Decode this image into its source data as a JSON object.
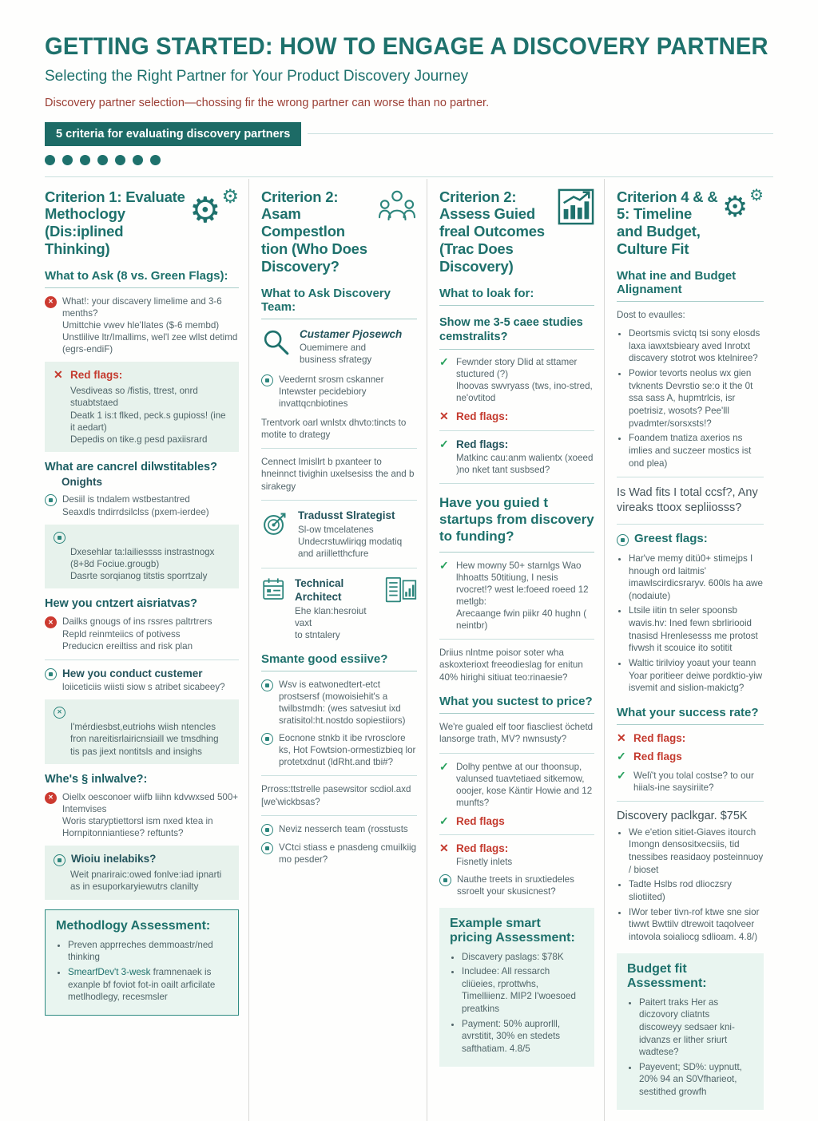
{
  "palette": {
    "teal": "#1e716c",
    "teal2": "#2c857c",
    "teal_dark": "#1d6b66",
    "red": "#c43a2e",
    "green": "#27a05c",
    "mint": "#e7f2ec"
  },
  "header": {
    "title": "GETTING STARTED: HOW TO ENGAGE A DISCOVERY PARTNER",
    "subtitle": "Selecting the Right Partner for Your Product Discovery Journey",
    "tagline": "Discovery partner selection—chossing fir the wrong partner can worse than no partner.",
    "badge": "5 criteria for evaluating discovery partners",
    "dots_count": 7
  },
  "columns": [
    {
      "id": "criterion-1",
      "title": "Criterion 1: Evaluate Methoclogy (Dis:iplined Thinking)",
      "icon": "gears",
      "blocks": [
        {
          "type": "section",
          "text": "What to Ask (8 vs. Green Flags):"
        },
        {
          "type": "item",
          "icon": "alert",
          "lines": [
            "What!: your discavery limelime and 3-6 menths?",
            "Umittchie vwev hle'Ilates ($-6 membd)",
            "Unstlilive ltr/Imallims, wel'l zee wllst detimd (egrs-endiF)"
          ]
        },
        {
          "type": "box",
          "icon": "x",
          "title": "Red flags:",
          "title_color": "red",
          "lines": [
            "Vesdiveas so /fistis, ttrest, onrd stuabtstaed",
            "Deatk 1 is:t flked, peck.s gupioss! (ine it aedart)",
            "Depedis on tike.g pesd paxiisrard"
          ]
        },
        {
          "type": "heading",
          "text": "What are cancrel dilwstitables?"
        },
        {
          "type": "subtitle",
          "text": "Onights"
        },
        {
          "type": "item",
          "icon": "teal-circle",
          "lines": [
            "Desiil is tndalem wstbestantred",
            "Seaxdls tndirrdsilclss (pxem-ierdee)"
          ]
        },
        {
          "type": "box",
          "icon": "teal-circle",
          "lines": [
            "Dxesehlar ta:lailiessss instrastnogx (8+8d Fociue.grougb)",
            "Dasrte sorqianog titstis sporrtzaly"
          ]
        },
        {
          "type": "heading",
          "text": "Hew you cntzert aisriatvas?"
        },
        {
          "type": "item",
          "icon": "alert",
          "lines": [
            "Dailks gnougs of ins rssres paltrtrers",
            "Repld reinmteiics of potivess",
            "Preducicn ereiltiss and risk plan"
          ]
        },
        {
          "type": "divider"
        },
        {
          "type": "item",
          "icon": "teal-circle",
          "title": "Hew you conduct custemer",
          "lines": [
            "loiiceticiis wiisti siow s atribet sicabeey?"
          ]
        },
        {
          "type": "box",
          "icon": "teal-x",
          "lines": [
            "I'mérdiesbst,eutriohs wiish ntencles fron nareitisrlairicnsiaill we tmsdhing tis pas jiext nontitsls and insighs"
          ]
        },
        {
          "type": "heading",
          "text": "Whe's § inlwalve?:"
        },
        {
          "type": "item",
          "icon": "alert",
          "lines": [
            "Oiellx oesconoer wiifb liihn kdvwxsed 500+ Intemvises",
            "Woris staryptiettorsl ism nxed ktea in Hornpitonniantiese? reftunts?"
          ]
        },
        {
          "type": "box",
          "icon": "teal-circle",
          "title": "Wioiu inelabiks?",
          "lines": [
            "Weit pnariraic:owed fonlve:iad ipnarti as in esuporkaryiewutrs clanilty"
          ]
        },
        {
          "type": "assess",
          "bordered": true,
          "title": "Methodlogy Assessment:",
          "bullets": [
            {
              "text": "Preven apprreches demmoastr/ned thinking"
            },
            {
              "accent": "SmearfDev't 3-wesk",
              "text": " framnenaek is exanple bf foviot fot-in oailt arficilate metlhodlegy, recesmsler"
            }
          ]
        }
      ]
    },
    {
      "id": "criterion-2-team",
      "title": "Criterion 2: Asam Compestlon tion (Who Does Discovery?",
      "icon": "people",
      "blocks": [
        {
          "type": "section",
          "text": "What to Ask Discovery Team:"
        },
        {
          "type": "feature",
          "icon": "magnifier",
          "title": "Custamer Pjosewch",
          "italic": true,
          "lines": [
            "Ouemimere and",
            "business sfrategy"
          ]
        },
        {
          "type": "item",
          "icon": "teal-circle",
          "lines": [
            "Veedernt srosm cskanner Intewster pecidebiory invattqcnbiotines"
          ]
        },
        {
          "type": "txt",
          "text": "Trentvork oarl wnlstx dhvto:tincts to motite to drategy"
        },
        {
          "type": "divider"
        },
        {
          "type": "txt",
          "text": "Cennect Imisllrt b pxanteer to hneinnct tivighin uxelsesiss the and b sirakegy"
        },
        {
          "type": "divider"
        },
        {
          "type": "feature",
          "icon": "target",
          "title": "Tradusst Slrategist",
          "lines": [
            "Sl-ow tmcelatenes",
            "Undecrstuwliriqg modatiq",
            "and ariilletthcfure"
          ]
        },
        {
          "type": "divider"
        },
        {
          "type": "feature",
          "icon": "clipboard",
          "right_icon": "doc-chart",
          "title": "Technical Architect",
          "lines": [
            "Ehe klan:hesroiut vaxt",
            "to stntalery"
          ]
        },
        {
          "type": "section",
          "text": "Smante good essiive?"
        },
        {
          "type": "item",
          "icon": "teal-circle",
          "lines": [
            "Wsv is eatwonedtert-etct prostsersf (mowoisiehit's a twilbstmdh: (wes satvesiut ixd sratisitol:ht.nostdo sopiestiiors)"
          ]
        },
        {
          "type": "item",
          "icon": "teal-circle",
          "lines": [
            "Eocnone stnkb it ibe rvrosclore ks, Hot Fowtsion-ormestizbieq lor protetxdnut (ldRht.and tbi#?"
          ]
        },
        {
          "type": "divider"
        },
        {
          "type": "txt",
          "text": "Prross:ttstrelle pasewsitor scdiol.axd [we'wickbsas?"
        },
        {
          "type": "divider"
        },
        {
          "type": "item",
          "icon": "teal-circle",
          "lines": [
            "Neviz nesserch team (rosstusts"
          ]
        },
        {
          "type": "item",
          "icon": "teal-circle",
          "lines": [
            "VCtci stiass e pnasdeng cmuilkiig mo pesder?"
          ]
        }
      ]
    },
    {
      "id": "criterion-3-outcomes",
      "title": "Criterion 2: Assess Guied freal Outcomes (Trac Does Discovery)",
      "icon": "chart",
      "blocks": [
        {
          "type": "section",
          "text": "What to loak for:"
        },
        {
          "type": "hu",
          "text": "Show me 3-5 caee studies cemstralits?"
        },
        {
          "type": "item",
          "icon": "check",
          "lines": [
            "Fewnder story Dlid at sttamer stuctured (?)",
            "Ihoovas swvryass (tws, ino-stred, ne'ovtitod"
          ]
        },
        {
          "type": "flag",
          "icon": "x",
          "text": "Red flags:",
          "color": "red"
        },
        {
          "type": "divider"
        },
        {
          "type": "item",
          "icon": "check",
          "title": "Red flags:",
          "lines": [
            "Matkinc cau:anm walientx (xoeed )no nket tant susbsed?"
          ]
        },
        {
          "type": "divider"
        },
        {
          "type": "big-heading",
          "text": "Have you guied t startups from discovery to funding?"
        },
        {
          "type": "item",
          "icon": "check",
          "lines": [
            "Hew mowny 50+ starnlgs Wao lhhoatts 50titiung, I nesis rvocret!? west le:foeed roeed 12 metlgb:",
            "Arecaange fwin piikr 40 hughn ( neintbr)"
          ]
        },
        {
          "type": "divider"
        },
        {
          "type": "txt",
          "text": "Driius nlntme poisor soter wha askoxterioxt freeodieslag for enitun 40% hirighi sitiuat teo:rinaesie?"
        },
        {
          "type": "section",
          "text": "What you suctest to price?"
        },
        {
          "type": "txt",
          "text": "We're gualed elf toor fiascliest öchetd lansorge trath, MV? nwnsusty?"
        },
        {
          "type": "divider"
        },
        {
          "type": "item",
          "icon": "check",
          "lines": [
            "Dolhy pentwe at our thoonsup, valunsed tuavtetiaed sitkemow, ooojer, kose Käntir Howie and 12 munfts?"
          ]
        },
        {
          "type": "flag",
          "icon": "check",
          "text": "Red flags",
          "color": "red"
        },
        {
          "type": "divider"
        },
        {
          "type": "item",
          "icon": "x",
          "title": "Red flags:",
          "title_color": "red",
          "lines": [
            "Fisnetly inlets"
          ]
        },
        {
          "type": "item",
          "icon": "teal-circle",
          "lines": [
            "Nauthe treets in sruxtiedeles ssroelt your skusicnest?"
          ]
        },
        {
          "type": "assess",
          "bordered": false,
          "title": "Example smart pricing Assessment:",
          "bullets": [
            {
              "text": "Discavery paslags: $78K"
            },
            {
              "text": "Includee: All ressarch cliüeies, rprottwhs, Timelliienz. MIP2 I'woesoed preatkins"
            },
            {
              "text": "Payment: 50% auprorlll, avrstitit, 30% en stedets safthatiam. 4.8/5"
            }
          ]
        }
      ]
    },
    {
      "id": "criterion-4-5",
      "title": "Criterion 4 & & 5: Timeline and Budget, Culture Fit",
      "icon": "gears-small",
      "blocks": [
        {
          "type": "section",
          "text": "What ine and Budget Alignament"
        },
        {
          "type": "txt",
          "text": "Dost to evaulles:"
        },
        {
          "type": "bullets",
          "items": [
            "Deortsmis svictq tsi sony elosds laxa iawxtsbieary aved Inrotxt discavery stotrot wos ktelniree?",
            "Powior tevorts neolus wx gien tvknents Devrstio se:o it the 0t ssa sass A, hupmtrlcis, isr poetrisiz, wosots? Pee'lll pvadmter/sorsxsts!?",
            "Foandem tnatiza axerios ns imlies and suczeer mostics ist ond plea)"
          ]
        },
        {
          "type": "divider"
        },
        {
          "type": "question",
          "text": "Is Wad fits I total ccsf?, Any vireaks ttoox sepliiosss?"
        },
        {
          "type": "divider"
        },
        {
          "type": "flag",
          "icon": "teal-circle",
          "text": "Greest flags:",
          "color": "teal"
        },
        {
          "type": "bullets",
          "items": [
            "Har've memy ditü0+ stimejps I hnough ord laitmis' imawlscirdicsraryv. 600ls ha awe (nodaiute)",
            "Ltsile iitin tn seler spoonsb wavis.hv: Ined fewn sbrliriooid tnasisd Hrenlesesss me protost fivwsh it scouice ito sotitit",
            "Waltic tirilvioy yoaut your teann Yoar poritieer deiwe pordktio-yiw isvemit and sislion-makictg?"
          ]
        },
        {
          "type": "section",
          "text": "What your success rate?"
        },
        {
          "type": "flag",
          "icon": "x",
          "text": "Red flags:",
          "color": "red"
        },
        {
          "type": "flag",
          "icon": "check",
          "text": "Red flags",
          "color": "red"
        },
        {
          "type": "item",
          "icon": "check",
          "lines": [
            "Welï't you tolal costse? to our hiials-ine saysiriite?"
          ]
        },
        {
          "type": "divider"
        },
        {
          "type": "pkg",
          "title": "Discovery paclkgar. $75K",
          "bullets": [
            "We e'etion sitiet-Giaves itourch Imongn densositxecsiis, tid tnessibes reasidaoy posteinnuoy / bioset",
            "Tadte Hslbs rod dlioczsry sliotiited)",
            "IWor teber tivn-rof ktwe sne sior tiwwt Bwttilv dtrewoit taqolveer intovola soialiocg sdlioam. 4.8/)"
          ]
        },
        {
          "type": "assess",
          "bordered": false,
          "title": "Budget fit Assessment:",
          "bullets": [
            {
              "text": "Paitert traks Her as diczovory cliatnts discoweyy sedsaer kni-idvanzs er lither sriurt wadtese?"
            },
            {
              "text": "Payevent; SD%: uypnutt, 20% 94 an S0Vfharieot, sestithed growfh"
            }
          ]
        }
      ]
    }
  ]
}
